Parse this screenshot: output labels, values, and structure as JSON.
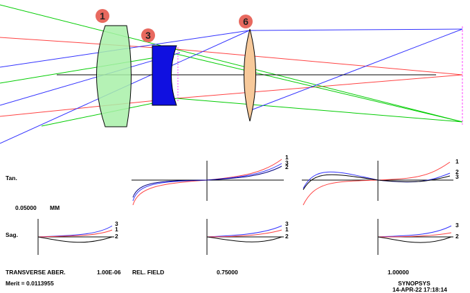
{
  "elements": [
    {
      "id": "1",
      "color": "#e8695f"
    },
    {
      "id": "3",
      "color": "#e8695f"
    },
    {
      "id": "6",
      "color": "#e8695f"
    }
  ],
  "element_fills": {
    "lens1": "#a8f0a8",
    "lens3": "#1010e0",
    "lens6": "#f7c99a"
  },
  "ray_colors": {
    "field_0": "#ff4040",
    "field_075": "#00cc00",
    "field_1": "#3030ff"
  },
  "plots": {
    "row_tan": "Tan.",
    "row_sag": "Sag.",
    "scale_value": "0.05000",
    "scale_unit": "MM",
    "tan_curve_labels": [
      "1",
      "3",
      "2"
    ],
    "sag_curve_labels": [
      "3",
      "1",
      "2"
    ]
  },
  "footer": {
    "transverse": "TRANSVERSE ABER.",
    "wavelength": "1.00E-06",
    "rel_field": "REL. FIELD",
    "field_mid": "0.75000",
    "field_full": "1.00000",
    "merit": "Merit = 0.0113955",
    "brand": "SYNOPSYS",
    "timestamp": "14-APR-22  17:18:14"
  }
}
